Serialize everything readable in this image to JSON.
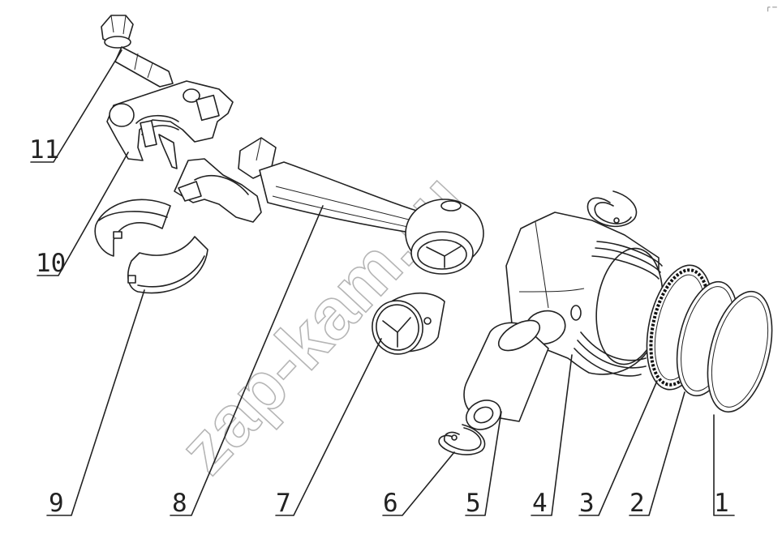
{
  "watermark": "zap-kam.ru",
  "corner_mark": "┌ ─",
  "callouts": [
    "1",
    "2",
    "3",
    "4",
    "5",
    "6",
    "7",
    "8",
    "9",
    "10",
    "11"
  ],
  "parts": [
    {
      "id": "1",
      "icon": "compression-ring-icon"
    },
    {
      "id": "2",
      "icon": "compression-ring-icon"
    },
    {
      "id": "3",
      "icon": "oil-ring-icon"
    },
    {
      "id": "4",
      "icon": "piston-icon"
    },
    {
      "id": "5",
      "icon": "piston-pin-icon"
    },
    {
      "id": "6",
      "icon": "circlip-icon"
    },
    {
      "id": "7",
      "icon": "bushing-icon"
    },
    {
      "id": "8",
      "icon": "connecting-rod-icon"
    },
    {
      "id": "9",
      "icon": "bearing-shell-icon"
    },
    {
      "id": "10",
      "icon": "rod-cap-icon"
    },
    {
      "id": "11",
      "icon": "bolt-icon"
    }
  ],
  "colors": {
    "line": "#222222",
    "watermark": "#b5b5b5",
    "background": "#ffffff"
  }
}
